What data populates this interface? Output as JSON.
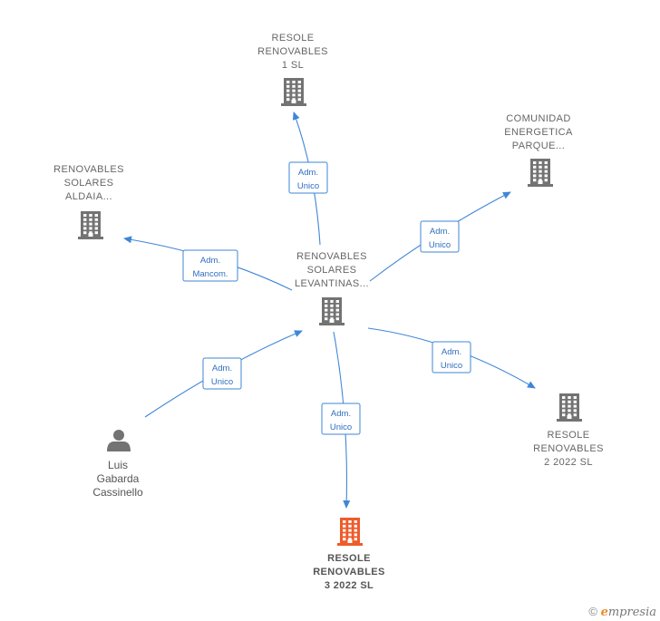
{
  "colors": {
    "company_icon": "#737373",
    "focus_icon": "#ef5b2a",
    "person_icon": "#737373",
    "edge": "#3f86d6",
    "edge_text": "#2f6fc0",
    "label_text": "#666666"
  },
  "nodes": [
    {
      "id": "center",
      "icon": "building-icon",
      "lines": [
        "RENOVABLES",
        "SOLARES",
        "LEVANTINAS..."
      ]
    },
    {
      "id": "top",
      "icon": "building-icon",
      "lines": [
        "RESOLE",
        "RENOVABLES",
        "1  SL"
      ]
    },
    {
      "id": "comunidad",
      "icon": "building-icon",
      "lines": [
        "COMUNIDAD",
        "ENERGETICA",
        "PARQUE..."
      ]
    },
    {
      "id": "aldaia",
      "icon": "building-icon",
      "lines": [
        "RENOVABLES",
        "SOLARES",
        "ALDAIA..."
      ]
    },
    {
      "id": "resole2",
      "icon": "building-icon",
      "lines": [
        "RESOLE",
        "RENOVABLES",
        "2 2022  SL"
      ]
    },
    {
      "id": "resole3",
      "icon": "building-icon",
      "focus": true,
      "lines": [
        "RESOLE",
        "RENOVABLES",
        "3 2022  SL"
      ]
    },
    {
      "id": "person",
      "icon": "person-icon",
      "lines": [
        "Luis",
        "Gabarda",
        "Cassinello"
      ]
    }
  ],
  "edges": [
    {
      "from": "center",
      "to": "top",
      "lines": [
        "Adm.",
        "Unico"
      ]
    },
    {
      "from": "center",
      "to": "comunidad",
      "lines": [
        "Adm.",
        "Unico"
      ]
    },
    {
      "from": "center",
      "to": "aldaia",
      "lines": [
        "Adm.",
        "Mancom."
      ]
    },
    {
      "from": "center",
      "to": "resole2",
      "lines": [
        "Adm.",
        "Unico"
      ]
    },
    {
      "from": "center",
      "to": "resole3",
      "lines": [
        "Adm.",
        "Unico"
      ]
    },
    {
      "from": "person",
      "to": "center",
      "lines": [
        "Adm.",
        "Unico"
      ]
    }
  ],
  "watermark": {
    "symbol": "©",
    "brand_initial": "e",
    "brand_rest": "mpresia"
  }
}
